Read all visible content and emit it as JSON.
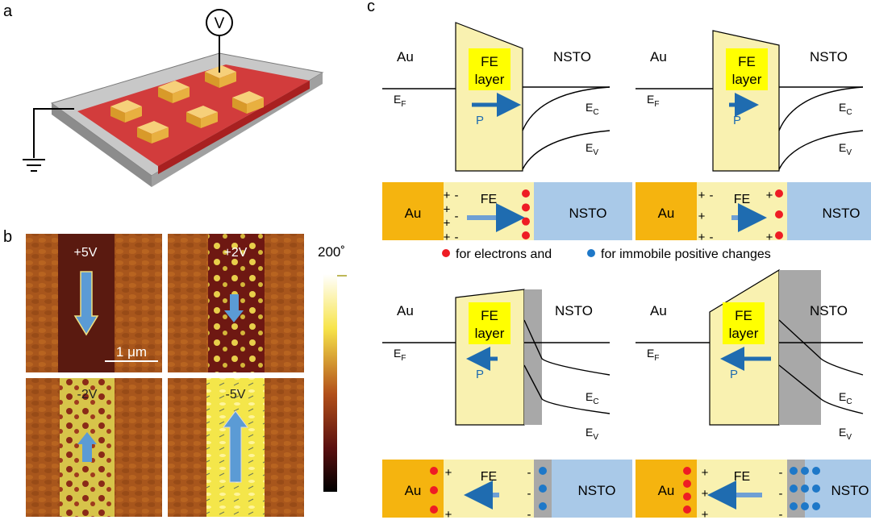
{
  "panel_labels": {
    "a": "a",
    "b": "b",
    "c": "c"
  },
  "panel_a": {
    "voltmeter_symbol": "V"
  },
  "panel_b": {
    "tiles": [
      {
        "voltage": "+5V"
      },
      {
        "voltage": "+2V"
      },
      {
        "voltage": "-2V"
      },
      {
        "voltage": "-5V"
      }
    ],
    "scale_bar": "1 μm",
    "colorbar_max": "200˚"
  },
  "panel_c": {
    "legend": {
      "part1": "for electrons and",
      "part2": "for immobile positive changes"
    },
    "subpanels": [
      {
        "band": {
          "metal": "Au",
          "fe_line1": "FE",
          "fe_line2": "layer",
          "semi": "NSTO",
          "ef_main": "E",
          "ef_sub": "F",
          "ec_main": "E",
          "ec_sub": "C",
          "ev_main": "E",
          "ev_sub": "V",
          "pol": "P"
        },
        "schem": {
          "metal": "Au",
          "fe": "FE",
          "semi": "NSTO",
          "left_signs": [
            "+",
            "+",
            "+",
            "+"
          ],
          "inner_signs": [
            "-",
            "-",
            "-"
          ],
          "right_signs": []
        }
      },
      {
        "band": {
          "metal": "Au",
          "fe_line1": "FE",
          "fe_line2": "layer",
          "semi": "NSTO",
          "ef_main": "E",
          "ef_sub": "F",
          "ec_main": "E",
          "ec_sub": "C",
          "ev_main": "E",
          "ev_sub": "V",
          "pol": "P"
        },
        "schem": {
          "metal": "Au",
          "fe": "FE",
          "semi": "NSTO",
          "left_signs": [
            "+",
            "+",
            "+"
          ],
          "inner_signs": [
            "-",
            "-"
          ],
          "right_signs": [
            "+",
            "+"
          ]
        }
      },
      {
        "band": {
          "metal": "Au",
          "fe_line1": "FE",
          "fe_line2": "layer",
          "semi": "NSTO",
          "ef_main": "E",
          "ef_sub": "F",
          "ec_main": "E",
          "ec_sub": "C",
          "ev_main": "E",
          "ev_sub": "V",
          "pol": "P"
        },
        "schem": {
          "metal": "Au",
          "fe": "FE",
          "semi": "NSTO",
          "left_signs": [
            "+",
            "+"
          ],
          "inner_signs": [],
          "right_signs": [
            "-",
            "-",
            "-"
          ]
        }
      },
      {
        "band": {
          "metal": "Au",
          "fe_line1": "FE",
          "fe_line2": "layer",
          "semi": "NSTO",
          "ef_main": "E",
          "ef_sub": "F",
          "ec_main": "E",
          "ec_sub": "C",
          "ev_main": "E",
          "ev_sub": "V",
          "pol": "P"
        },
        "schem": {
          "metal": "Au",
          "fe": "FE",
          "semi": "NSTO",
          "left_signs": [
            "+",
            "+",
            "+"
          ],
          "inner_signs": [],
          "right_signs": [
            "-",
            "-",
            "-"
          ]
        }
      }
    ]
  },
  "colors": {
    "gold": "#F5B40F",
    "fe_fill": "#F9F1B0",
    "fe_label_bg": "#FFFF00",
    "nsto_blue": "#A9C9E8",
    "arrow_blue": "#1F6CB0",
    "light_arrow": "#6FA0D4",
    "electron_red": "#EE1C24",
    "positive_blue": "#1E78C8",
    "depletion_gray": "#A8A8A8",
    "film_red": "#CC2A2A"
  }
}
